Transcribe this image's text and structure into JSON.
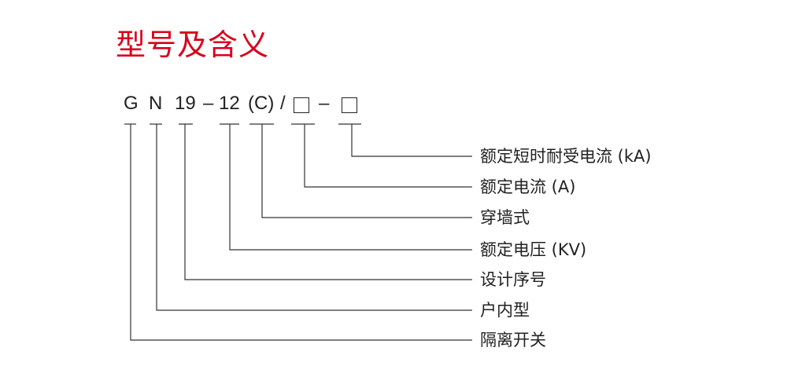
{
  "title": "型号及含义",
  "title_color": "#d9001b",
  "code": {
    "g": "G",
    "n": "N",
    "seq": "19",
    "dash1": "–",
    "voltage": "12",
    "type": "(C)",
    "slash": "/",
    "dash2": "–"
  },
  "labels": [
    "额定短时耐受电流 (kA)",
    "额定电流 (A)",
    "穿墙式",
    "额定电压 (KV)",
    "设计序号",
    "户内型",
    "隔离开关"
  ]
}
